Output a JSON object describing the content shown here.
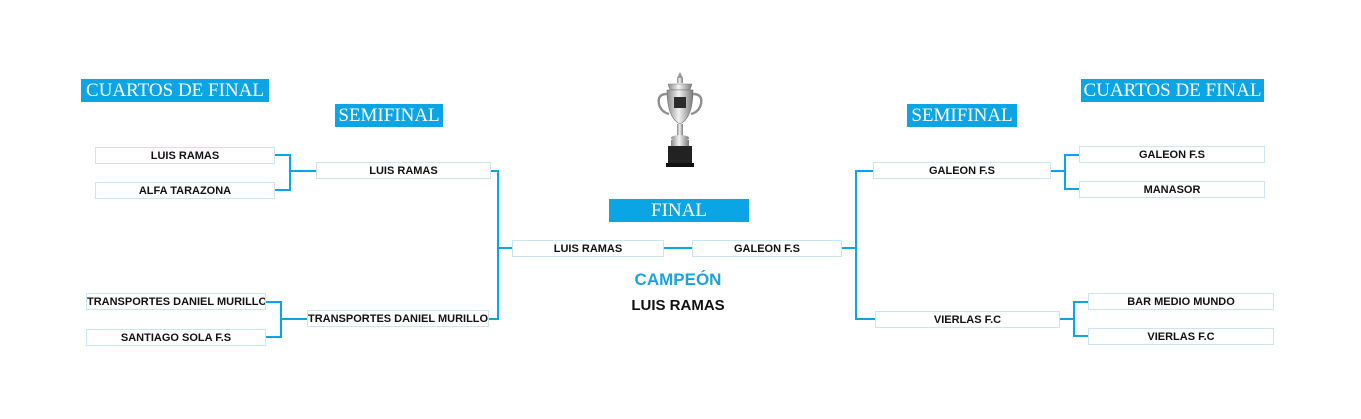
{
  "headers": {
    "qf_left": "CUARTOS DE FINAL",
    "sf_left": "SEMIFINAL",
    "final": "FINAL",
    "sf_right": "SEMIFINAL",
    "qf_right": "CUARTOS DE FINAL"
  },
  "left": {
    "quarterfinals": [
      "LUIS RAMAS",
      "ALFA TARAZONA",
      "TRANSPORTES DANIEL MURILLO",
      "SANTIAGO SOLA F.S"
    ],
    "semifinals": [
      "LUIS RAMAS",
      "TRANSPORTES DANIEL MURILLO"
    ]
  },
  "right": {
    "quarterfinals": [
      "GALEON F.S",
      "MANASOR",
      "BAR MEDIO MUNDO",
      "VIERLAS F.C"
    ],
    "semifinals": [
      "GALEON F.S",
      "VIERLAS F.C"
    ]
  },
  "final": {
    "team_left": "LUIS RAMAS",
    "team_right": "GALEON F.S"
  },
  "champion": {
    "title": "CAMPEÓN",
    "name": "LUIS RAMAS"
  },
  "colors": {
    "accent": "#0ba5e6",
    "box_border": "#c9e4f2"
  },
  "icons": {
    "trophy": "trophy-icon"
  }
}
